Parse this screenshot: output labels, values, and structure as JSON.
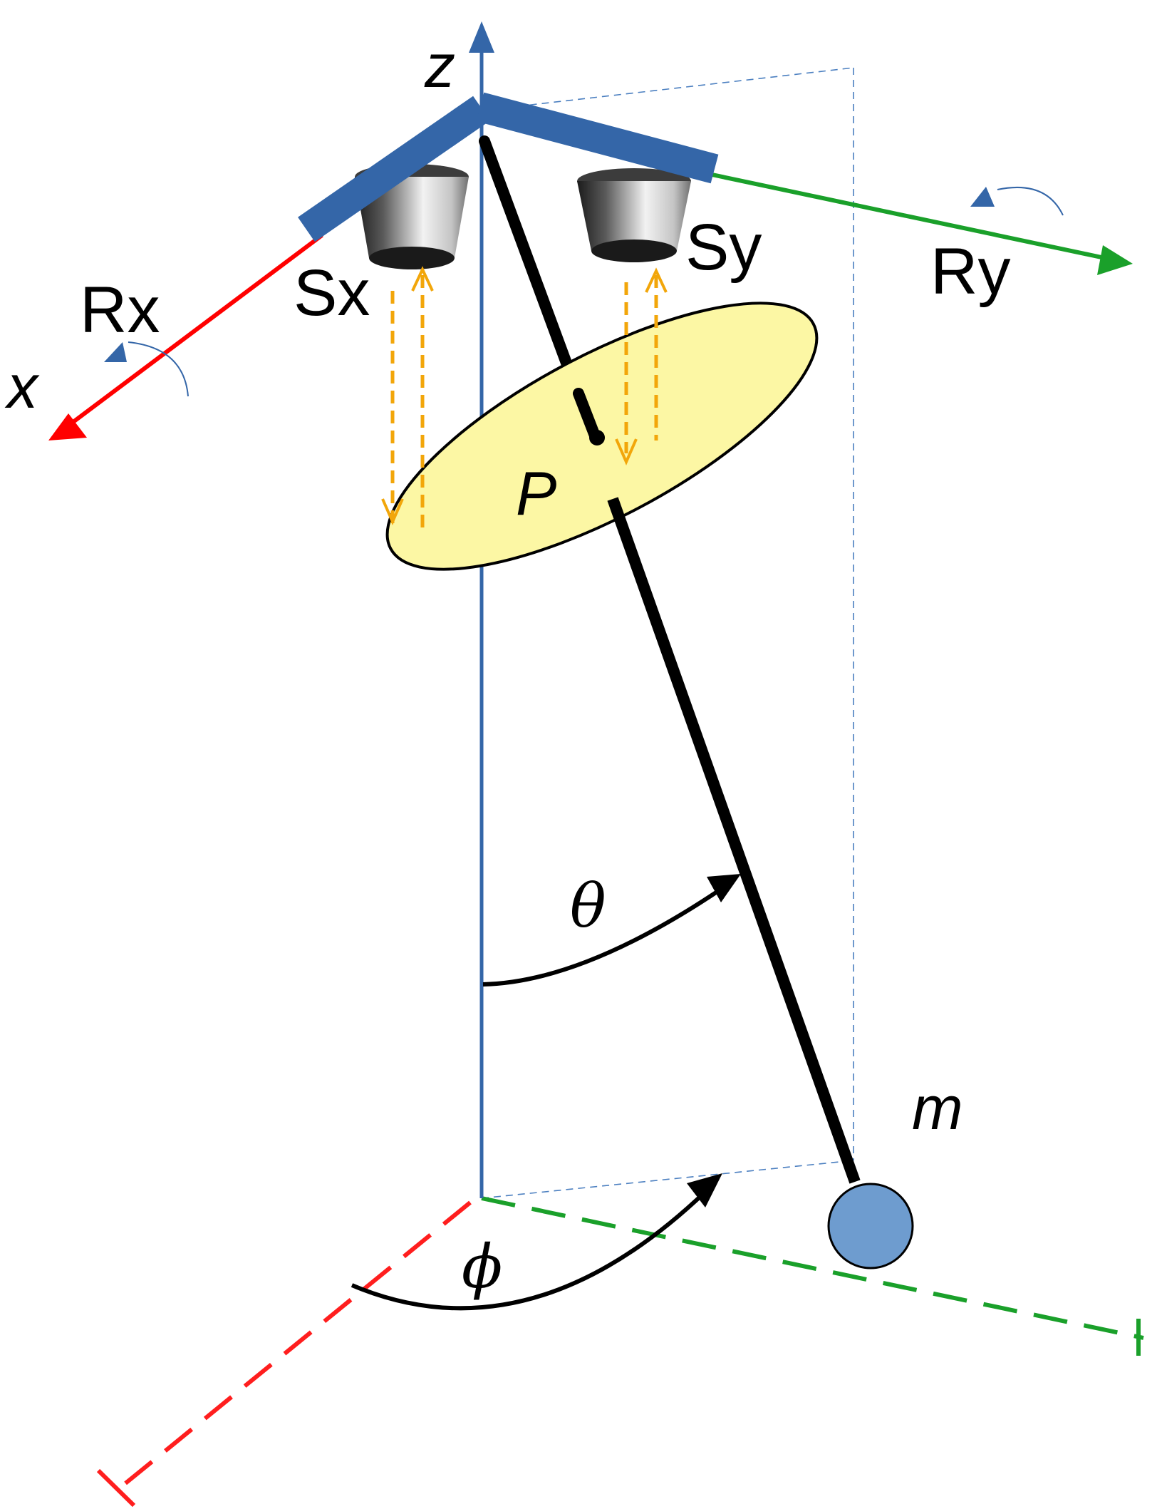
{
  "labels": {
    "z": "z",
    "x": "x",
    "rx": "Rx",
    "ry": "Ry",
    "sx": "Sx",
    "sy": "Sy",
    "p": "P",
    "theta": "θ",
    "phi": "ϕ",
    "m": "m"
  },
  "colors": {
    "z_axis": "#3466a8",
    "x_axis": "#ff0000",
    "y_axis": "#1aa02a",
    "frame": "#3466a8",
    "plate_fill": "#fcf7a4",
    "laser": "#f2a60a",
    "mass": "#6e9ccf",
    "rod": "#000000"
  },
  "icons": {
    "sensor_x": "cylinder-sensor-icon",
    "sensor_y": "cylinder-sensor-icon",
    "rotation_x": "curved-rotation-arrow-icon",
    "rotation_y": "curved-rotation-arrow-icon"
  }
}
